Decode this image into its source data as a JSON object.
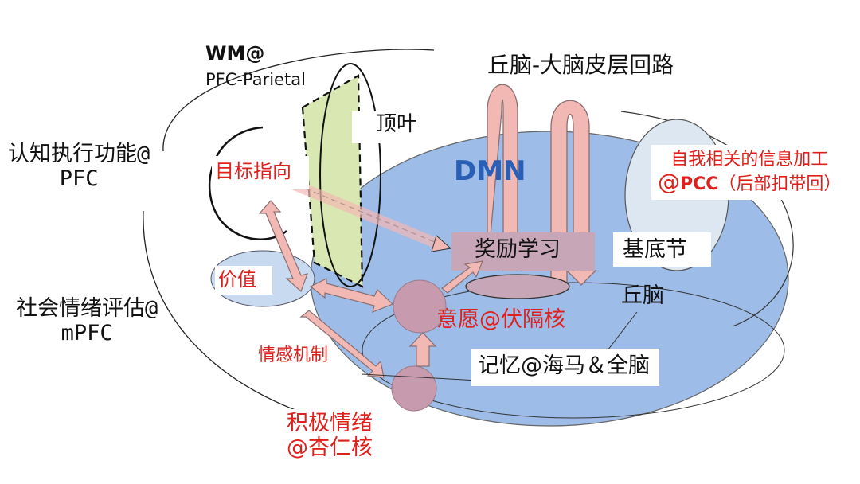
{
  "labels": {
    "wm_title": "WM@",
    "wm_sub": "PFC-Parietal",
    "thalamocortical": "丘脑-大脑皮层回路",
    "parietal": "顶叶",
    "cognitive_line1": "认知执行功能@",
    "cognitive_line2": "PFC",
    "goal": "目标指向",
    "dmn": "DMN",
    "self_line1": "自我相关的信息加工",
    "self_line2_a": "@",
    "self_line2_b": "PCC",
    "self_line2_c": "（后部扣带回）",
    "reward": "奖励学习",
    "basal": "基底节",
    "value": "价值",
    "thalamus": "丘脑",
    "social_line1": "社会情绪评估@",
    "social_line2": "mPFC",
    "will": "意愿@伏隔核",
    "emotion_mech": "情感机制",
    "memory": "记忆@海马＆全脑",
    "positive_line1": "积极情绪",
    "positive_line2": "@杏仁核"
  },
  "colors": {
    "dmn_fill": "#9dbde8",
    "dmn_text": "#2a5fb8",
    "arrow_fill": "#f2b8b4",
    "node_fill": "#c79aae",
    "reward_box": "#c7a7b7",
    "parietal_fill": "#d9e8b2",
    "value_fill": "#c8daef",
    "pcc_fill": "#dde7f2",
    "label_red": "#e0201c"
  }
}
